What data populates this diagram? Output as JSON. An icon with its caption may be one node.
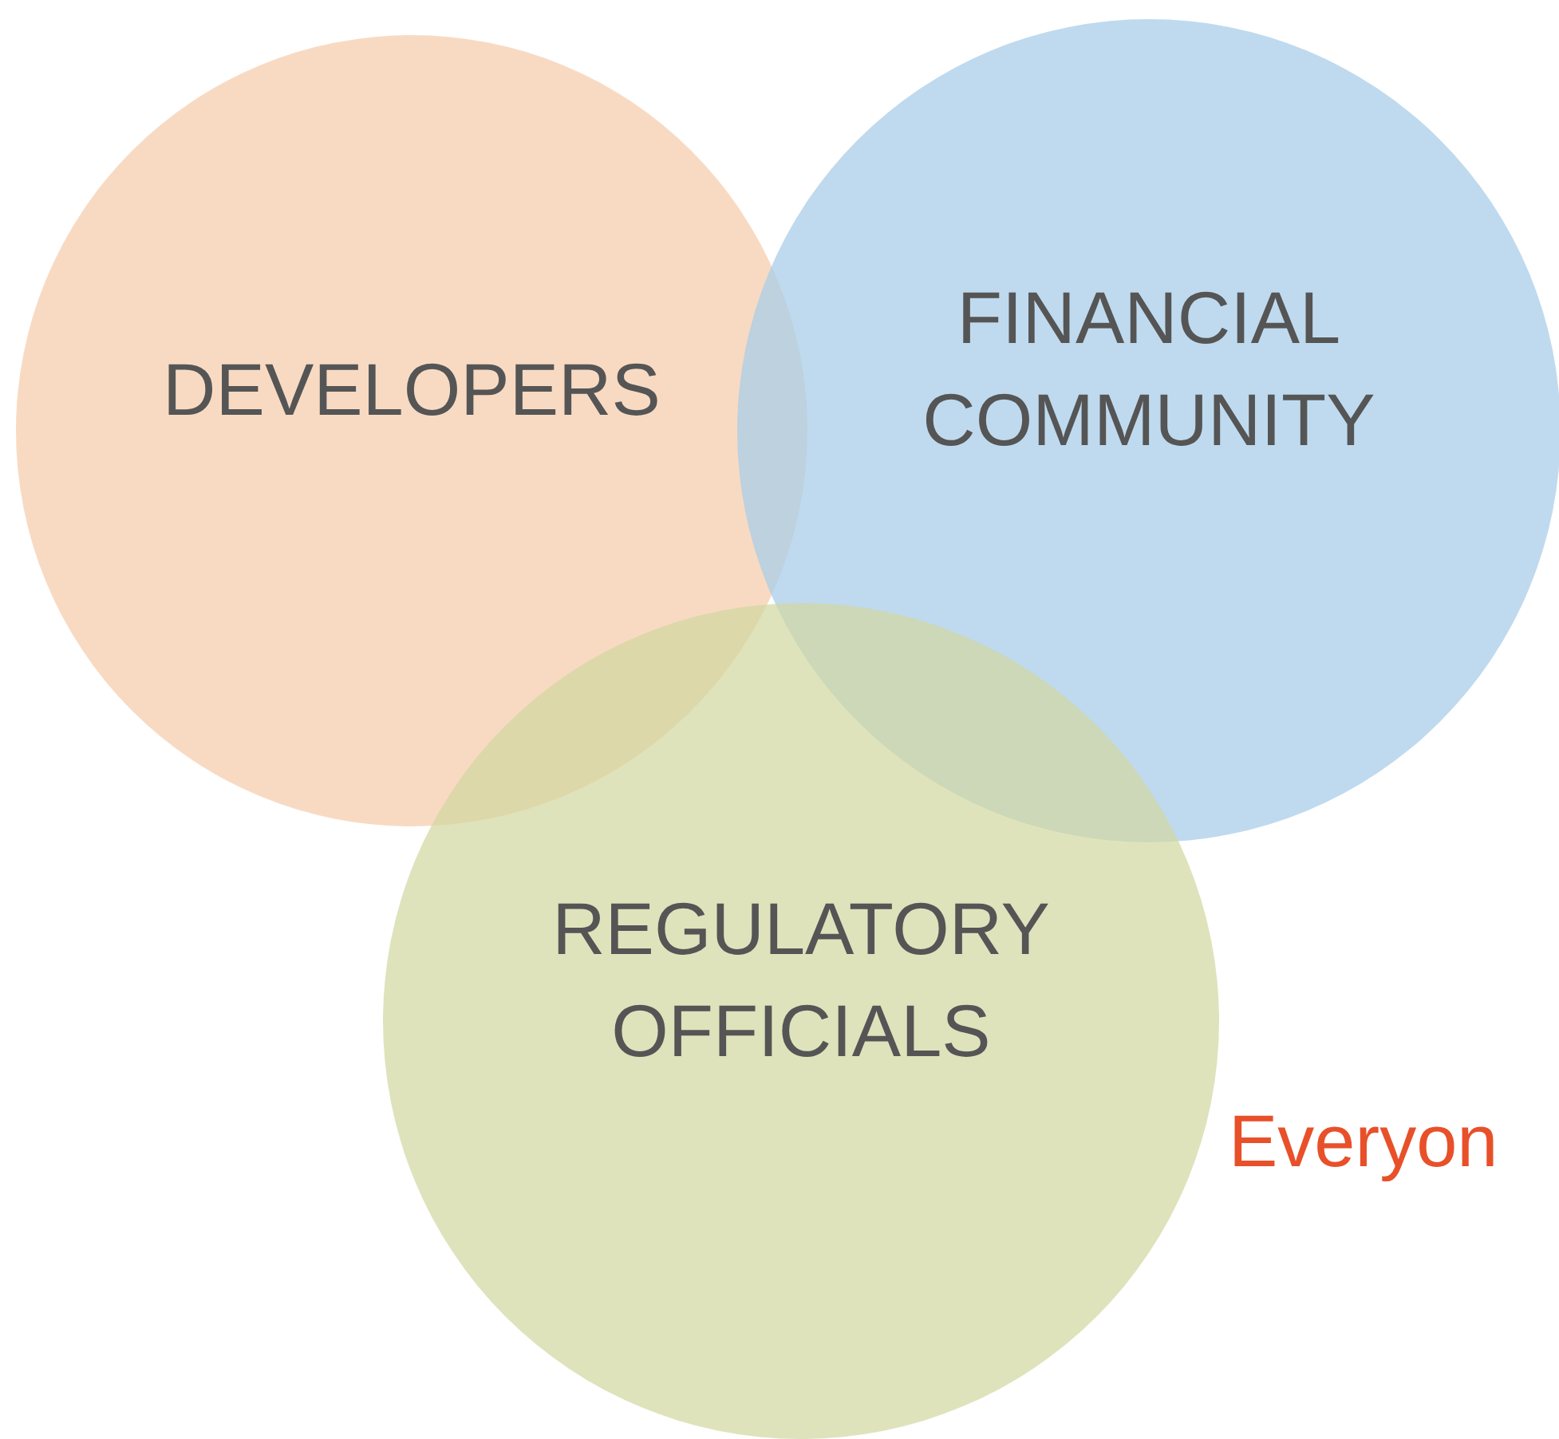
{
  "diagram": {
    "nodes": [
      {
        "text": [
          "DEVELOPERS"
        ]
      },
      {
        "text": [
          "FINANCIAL COMMUNITY"
        ]
      },
      {
        "text": [
          "REGULATORY OFFICIALS"
        ]
      }
    ],
    "labels": [
      "Everyon"
    ]
  }
}
